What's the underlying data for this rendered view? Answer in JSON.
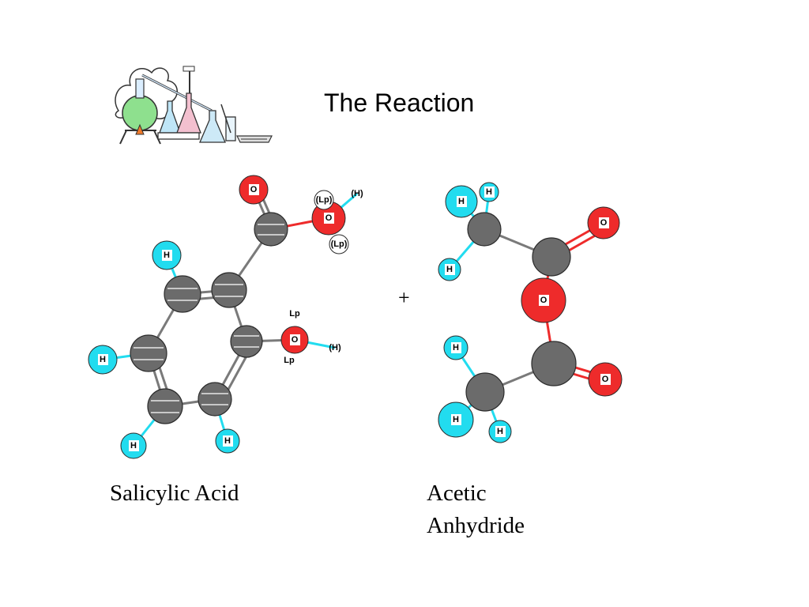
{
  "slide": {
    "title": "The Reaction",
    "operator": "+",
    "clipart_icon": "chemistry-lab-apparatus-icon",
    "colors": {
      "carbon": "#6b6b6b",
      "hydrogen": "#22dcef",
      "oxygen": "#ee2b2b",
      "bond": "#7a7a7a"
    }
  },
  "molecules": {
    "salicylic_acid": {
      "name": "Salicylic Acid",
      "atom_labels": {
        "hydrogen": "H",
        "oxygen": "O",
        "hydrogen_ghost": "(H)",
        "lone_pair": "Lp",
        "lone_pair_ghost": "(Lp)"
      }
    },
    "acetic_anhydride": {
      "name_line1": "Acetic",
      "name_line2": "Anhydride",
      "atom_labels": {
        "hydrogen": "H",
        "oxygen": "O"
      }
    }
  }
}
